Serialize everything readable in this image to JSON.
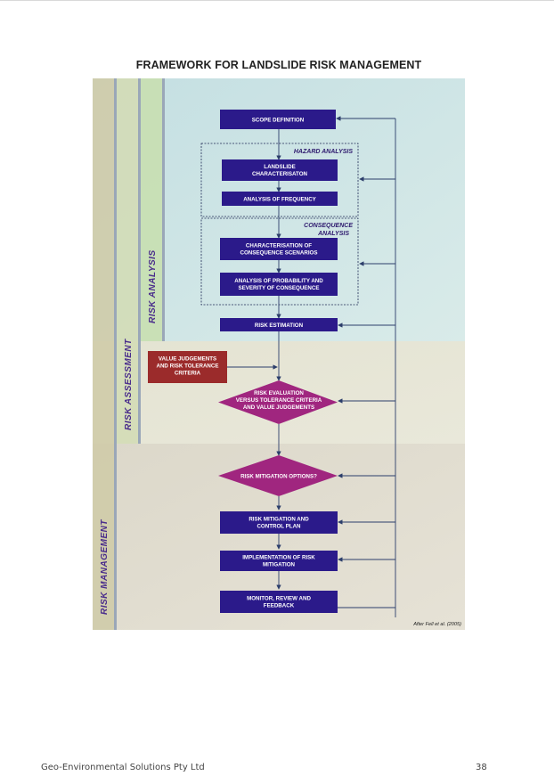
{
  "title": "FRAMEWORK FOR LANDSLIDE RISK MANAGEMENT",
  "sections": {
    "risk_analysis": "RISK ANALYSIS",
    "risk_assessment": "RISK ASSESSMENT",
    "risk_management": "RISK MANAGEMENT"
  },
  "groups": {
    "hazard": "HAZARD ANALYSIS",
    "consequence_1": "CONSEQUENCE",
    "consequence_2": "ANALYSIS"
  },
  "boxes": {
    "scope": [
      "SCOPE DEFINITION"
    ],
    "characterisation": [
      "LANDSLIDE",
      "CHARACTERISATON"
    ],
    "frequency": [
      "ANALYSIS OF FREQUENCY"
    ],
    "scenarios": [
      "CHARACTERISATION OF",
      "CONSEQUENCE SCENARIOS"
    ],
    "probability": [
      "ANALYSIS OF PROBABILITY AND",
      "SEVERITY OF CONSEQUENCE"
    ],
    "estimation": [
      "RISK ESTIMATION"
    ],
    "value": [
      "VALUE JUDGEMENTS",
      "AND RISK TOLERANCE",
      "CRITERIA"
    ],
    "evaluation": [
      "RISK EVALUATION",
      "VERSUS TOLERANCE CRITERIA",
      "AND VALUE JUDGEMENTS"
    ],
    "mitigation_options": [
      "RISK MITIGATION OPTIONS?"
    ],
    "control_plan": [
      "RISK MITIGATION AND",
      "CONTROL PLAN"
    ],
    "implementation": [
      "IMPLEMENTATION OF RISK",
      "MITIGATION"
    ],
    "monitor": [
      "MONITOR, REVIEW AND",
      "FEEDBACK"
    ]
  },
  "citation": "After Fell et al. (2005)",
  "footer": {
    "company": "Geo-Environmental Solutions Pty Ltd",
    "page_number": "38"
  },
  "colors": {
    "box_fill": "#2b1a8a",
    "diamond_fill": "#a0267f",
    "value_box_fill": "#9b2b2b",
    "connector": "#2c3e6b"
  }
}
